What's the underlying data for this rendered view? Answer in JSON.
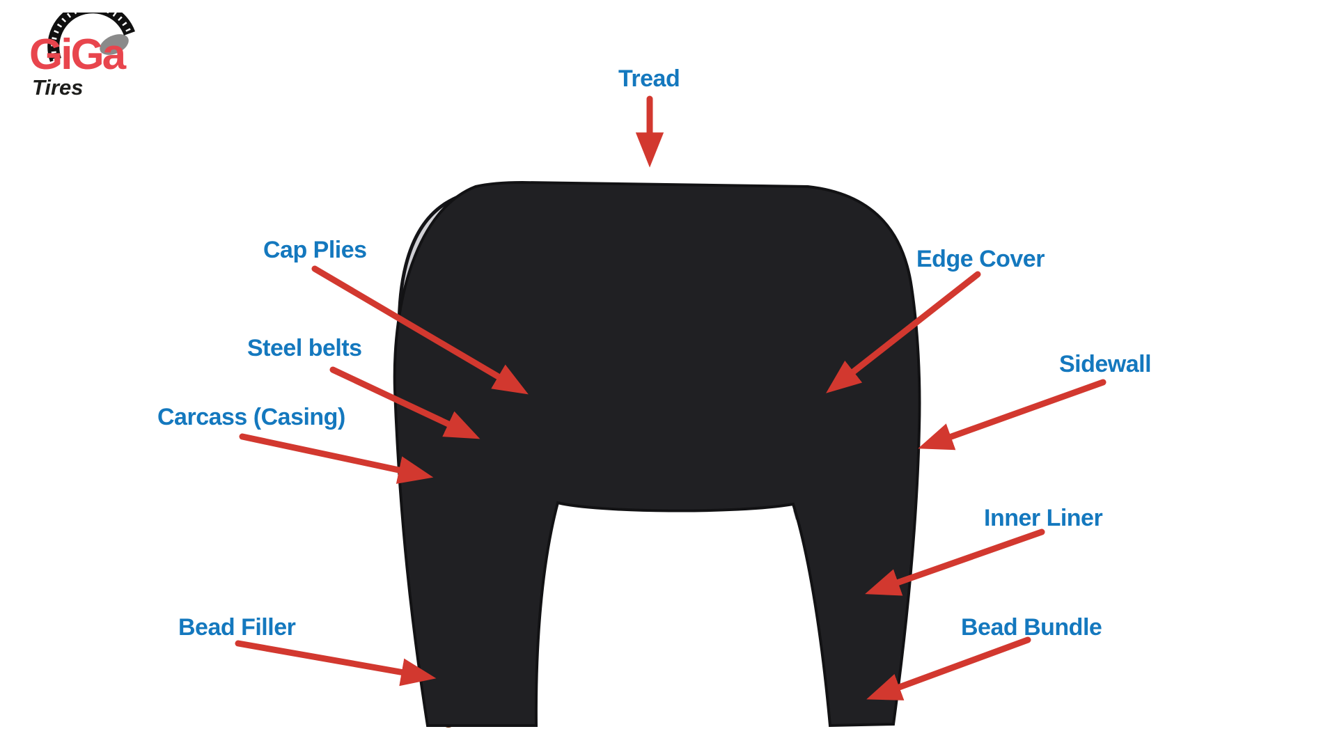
{
  "brand": {
    "name": "GiGa",
    "tagline": "Tires"
  },
  "labels": {
    "tread": "Tread",
    "cap_plies": "Cap Plies",
    "steel_belts": "Steel belts",
    "carcass": "Carcass (Casing)",
    "bead_filler": "Bead Filler",
    "edge_cover": "Edge Cover",
    "sidewall": "Sidewall",
    "inner_liner": "Inner Liner",
    "bead_bundle": "Bead Bundle"
  },
  "colors": {
    "background": "#FFFFFF",
    "label_blue": "#1478BE",
    "arrow_red": "#D2382F",
    "logo_red": "#E8454D",
    "logo_dark": "#1D1D1B",
    "cap_ply_green": "#1F7A3C",
    "steel_belt_blue": "#1E93C8",
    "edge_cover_gold": "#E2CE83",
    "carcass_yellow": "#E9DC6F",
    "bead_filler_green": "#1D6F3D",
    "bead_copper": "#B96B2E"
  }
}
